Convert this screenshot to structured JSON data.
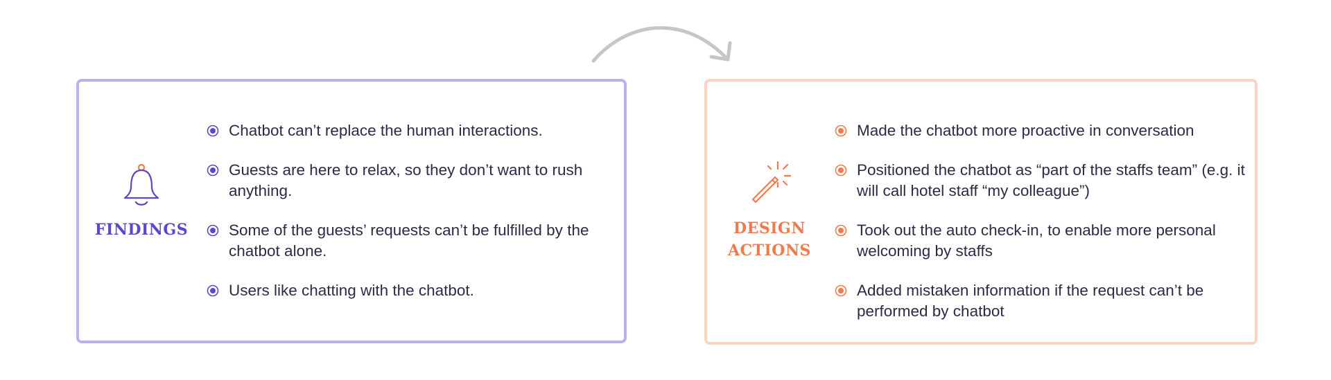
{
  "colors": {
    "findings_border": "#b8b2ea",
    "findings_accent": "#5a47c9",
    "actions_border": "#fcd3c2",
    "actions_accent": "#f07a4c",
    "arrow": "#c6c6c6",
    "text": "#2d2a44"
  },
  "flow": {
    "arrow_icon": "curved-arrow-right-icon"
  },
  "findings": {
    "icon": "bell-icon",
    "title": "FINDINGS",
    "items": [
      "Chatbot can’t replace the human interactions.",
      "Guests are here to relax, so they don’t want to rush anything.",
      "Some of the guests’ requests can’t be fulfilled by the chatbot alone.",
      "Users like chatting with the chatbot."
    ]
  },
  "design_actions": {
    "icon": "magic-wand-icon",
    "title": "DESIGN ACTIONS",
    "items": [
      "Made the chatbot more proactive in conversation",
      "Positioned the chatbot as “part of the staffs team” (e.g. it will call hotel staff “my colleague”)",
      "Took out the auto check-in, to enable more personal welcoming by staffs",
      "Added mistaken information if the request can’t be performed by chatbot"
    ]
  }
}
